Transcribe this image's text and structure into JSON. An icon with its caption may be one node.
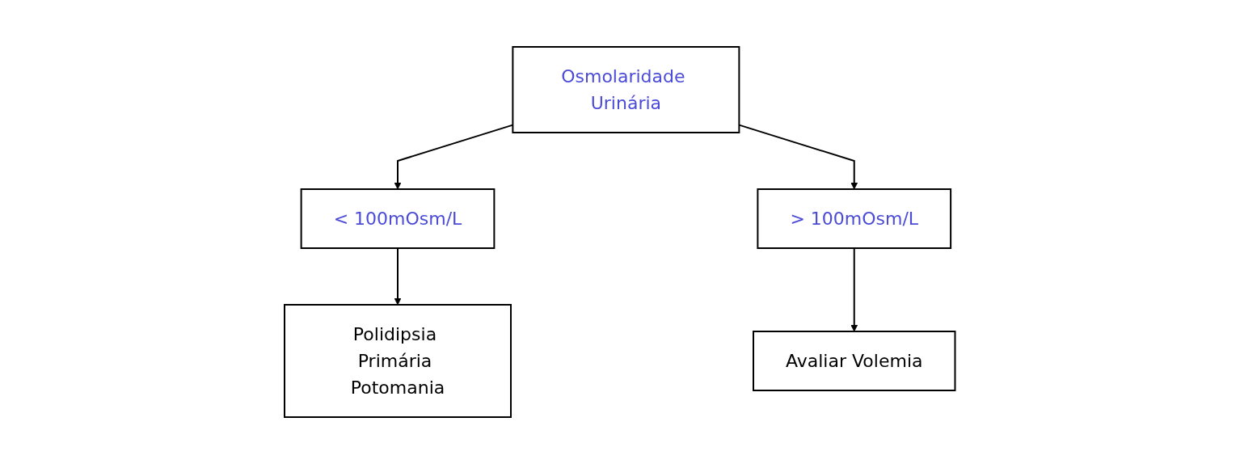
{
  "diagram": {
    "nodes": [
      {
        "text": [
          "Osmolaridade Urinária"
        ]
      },
      {
        "text": [
          "< 100mOsm/L"
        ]
      },
      {
        "text": [
          "> 100mOsm/L"
        ]
      },
      {
        "text": [
          "Polidipsia Primária Potomania"
        ]
      },
      {
        "text": [
          "Avaliar Volemia"
        ]
      }
    ],
    "edges": [
      {
        "from": 0,
        "to": 1,
        "arrow": "to"
      },
      {
        "from": 0,
        "to": 2,
        "arrow": "to"
      },
      {
        "from": 1,
        "to": 3,
        "arrow": "to"
      },
      {
        "from": 2,
        "to": 4,
        "arrow": "to"
      }
    ]
  }
}
